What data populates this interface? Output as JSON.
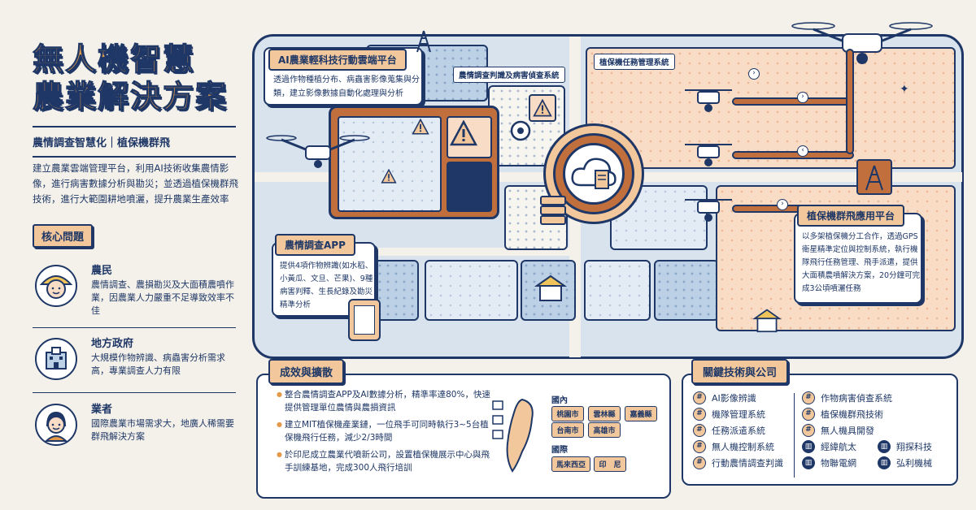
{
  "title": {
    "line1": "無人機智慧",
    "line2": "農業解決方案"
  },
  "subtitle": "農情調查智慧化｜植保機群飛",
  "intro": "建立農業雲端管理平台，利用AI技術收集農情影像，進行病害數據分析與勘災；並透過植保機群飛技術，進行大範圍耕地噴灑，提升農業生產效率",
  "core_issues": {
    "label": "核心問題",
    "items": [
      {
        "name": "農民",
        "desc": "農情調查、農損勘災及大面積農噴作業，因農業人力嚴重不足導致效率不佳"
      },
      {
        "name": "地方政府",
        "desc": "大規模作物辨識、病蟲害分析需求高，專業調查人力有限"
      },
      {
        "name": "業者",
        "desc": "國際農業市場需求大，地廣人稀需要群飛解決方案"
      }
    ]
  },
  "map": {
    "cloud_platform": {
      "title": "AI農業輕科技行動雲端平台",
      "desc": "透過作物種植分布、病蟲害影像蒐集與分類，建立影像數據自動化處理與分析"
    },
    "survey_label": "農情調查判識及病害偵查系統",
    "drone_label": "植保機任務管理系統",
    "app": {
      "title": "農情調查APP",
      "desc": "提供4項作物辨識(如水稻、小黃瓜、文旦、芒果)、9種病害判釋、生長紀錄及勘災精準分析"
    },
    "swarm": {
      "title": "植保機群飛應用平台",
      "desc": "以多架植保機分工合作，透過GPS衛星精準定位與控制系統，執行機隊飛行任務管理、飛手派遣，提供大面積農噴解決方案，20分鐘可完成3公頃噴灑任務"
    }
  },
  "results": {
    "label": "成效與擴散",
    "items": [
      "整合農情調查APP及AI數據分析，精準率達80%，快速提供管理單位農情與農損資訊",
      "建立MIT植保機產業鏈，一位飛手可同時執行3~5台植保機飛行任務，減少2/3時間",
      "於印尼成立農業代噴新公司，設置植保機展示中心與飛手訓練基地，完成300人飛行培訓"
    ],
    "domestic_label": "國內",
    "domestic": [
      "桃園市",
      "雲林縣",
      "嘉義縣",
      "台南市",
      "高雄市"
    ],
    "intl_label": "國際",
    "intl": [
      "馬來西亞",
      "印　尼"
    ]
  },
  "tech": {
    "label": "關鍵技術與公司",
    "col1": [
      "AI影像辨識",
      "機隊管理系統",
      "任務派遣系統",
      "無人機控制系統",
      "行動農情調查判識"
    ],
    "col2": [
      "作物病害偵查系統",
      "植保機群飛技術",
      "無人機具開發"
    ],
    "companies": [
      "經緯航太",
      "翔探科技",
      "物聯電網",
      "弘利機械"
    ]
  },
  "colors": {
    "navy": "#1e3766",
    "accent": "#e39a4a",
    "brown": "#c1703d",
    "peach": "#f1c79b"
  }
}
